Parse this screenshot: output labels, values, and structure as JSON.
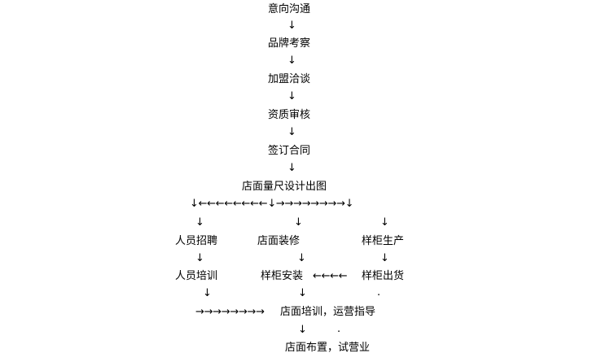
{
  "steps": {
    "intention": "意向沟通",
    "brand_inspection": "品牌考察",
    "franchise_talk": "加盟洽谈",
    "qualification_review": "资质审核",
    "sign_contract": "签订合同",
    "store_measure_design": "店面量尺设计出图",
    "staff_recruit": "人员招聘",
    "store_decoration": "店面装修",
    "sample_production": "样柜生产",
    "staff_training": "人员培训",
    "sample_install": "样柜安装",
    "sample_shipping": "样柜出货",
    "store_training_guidance": "店面培训，运营指导",
    "store_layout_trial": "店面布置，试营业"
  },
  "arrows": {
    "down": "↓",
    "branch_row": "↓←←←←←←←←↓→→→→→→→→↓",
    "ship_to_install": "←←←←",
    "train_merge": "→→→→→→→→",
    "dot": "."
  }
}
